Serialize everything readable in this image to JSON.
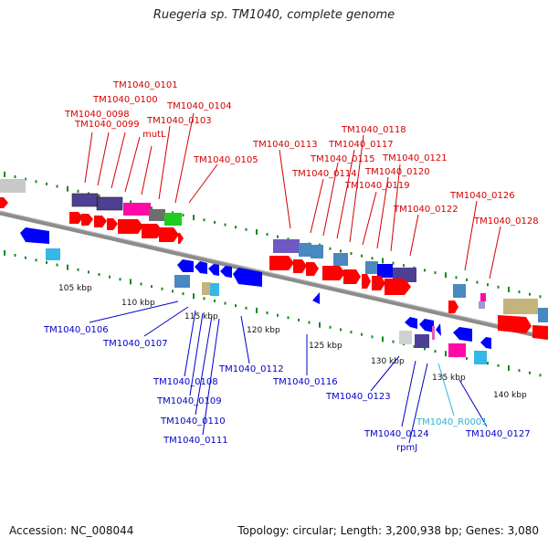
{
  "title": "Ruegeria sp. TM1040, complete genome",
  "footer": {
    "accession": "Accession: NC_008044",
    "summary": "Topology: circular; Length: 3,200,938 bp; Genes: 3,080"
  },
  "colors": {
    "forward_label": "#d40000",
    "reverse_label": "#0000cc",
    "rna_label": "#2ab4d6",
    "forward_gene": "#ff0000",
    "reverse_gene": "#0000ff",
    "backbone": "#8c8c8c",
    "tick": "#1a8a1a"
  },
  "scale": [
    {
      "label": "105 kbp"
    },
    {
      "label": "110 kbp"
    },
    {
      "label": "115 kbp"
    },
    {
      "label": "120 kbp"
    },
    {
      "label": "125 kbp"
    },
    {
      "label": "130 kbp"
    },
    {
      "label": "135 kbp"
    },
    {
      "label": "140 kbp"
    }
  ],
  "top_labels": [
    "TM1040_0101",
    "TM1040_0100",
    "TM1040_0098",
    "TM1040_0099",
    "mutL",
    "TM1040_0103",
    "TM1040_0104",
    "TM1040_0105",
    "TM1040_0113",
    "TM1040_0114",
    "TM1040_0115",
    "TM1040_0117",
    "TM1040_0118",
    "TM1040_0119",
    "TM1040_0120",
    "TM1040_0121",
    "TM1040_0122",
    "TM1040_0126",
    "TM1040_0128"
  ],
  "bottom_labels": [
    "TM1040_0106",
    "TM1040_0107",
    "TM1040_0108",
    "TM1040_0109",
    "TM1040_0110",
    "TM1040_0111",
    "TM1040_0112",
    "TM1040_0116",
    "TM1040_0123",
    "TM1040_R0001",
    "TM1040_0124",
    "rpmJ",
    "TM1040_0127"
  ]
}
